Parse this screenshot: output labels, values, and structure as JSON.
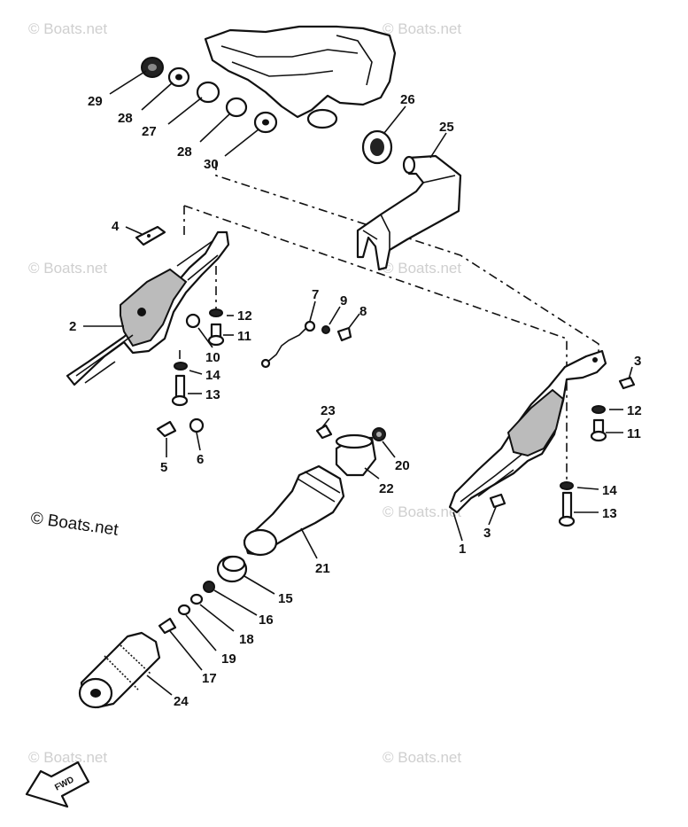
{
  "watermarks": {
    "faint": "© Boats.net",
    "main": "© Boats.net"
  },
  "fwd_label": "FWD",
  "callouts": [
    {
      "id": "c29",
      "text": "29"
    },
    {
      "id": "c28a",
      "text": "28"
    },
    {
      "id": "c27",
      "text": "27"
    },
    {
      "id": "c28b",
      "text": "28"
    },
    {
      "id": "c30",
      "text": "30"
    },
    {
      "id": "c26",
      "text": "26"
    },
    {
      "id": "c25",
      "text": "25"
    },
    {
      "id": "c4",
      "text": "4"
    },
    {
      "id": "c2",
      "text": "2"
    },
    {
      "id": "c12a",
      "text": "12"
    },
    {
      "id": "c11a",
      "text": "11"
    },
    {
      "id": "c10",
      "text": "10"
    },
    {
      "id": "c14a",
      "text": "14"
    },
    {
      "id": "c13a",
      "text": "13"
    },
    {
      "id": "c7",
      "text": "7"
    },
    {
      "id": "c9",
      "text": "9"
    },
    {
      "id": "c8",
      "text": "8"
    },
    {
      "id": "c5",
      "text": "5"
    },
    {
      "id": "c6",
      "text": "6"
    },
    {
      "id": "c23",
      "text": "23"
    },
    {
      "id": "c20",
      "text": "20"
    },
    {
      "id": "c22",
      "text": "22"
    },
    {
      "id": "c21",
      "text": "21"
    },
    {
      "id": "c15",
      "text": "15"
    },
    {
      "id": "c16",
      "text": "16"
    },
    {
      "id": "c18",
      "text": "18"
    },
    {
      "id": "c19",
      "text": "19"
    },
    {
      "id": "c17",
      "text": "17"
    },
    {
      "id": "c24",
      "text": "24"
    },
    {
      "id": "c3a",
      "text": "3"
    },
    {
      "id": "c12b",
      "text": "12"
    },
    {
      "id": "c11b",
      "text": "11"
    },
    {
      "id": "c14b",
      "text": "14"
    },
    {
      "id": "c13b",
      "text": "13"
    },
    {
      "id": "c3b",
      "text": "3"
    },
    {
      "id": "c1",
      "text": "1"
    }
  ]
}
